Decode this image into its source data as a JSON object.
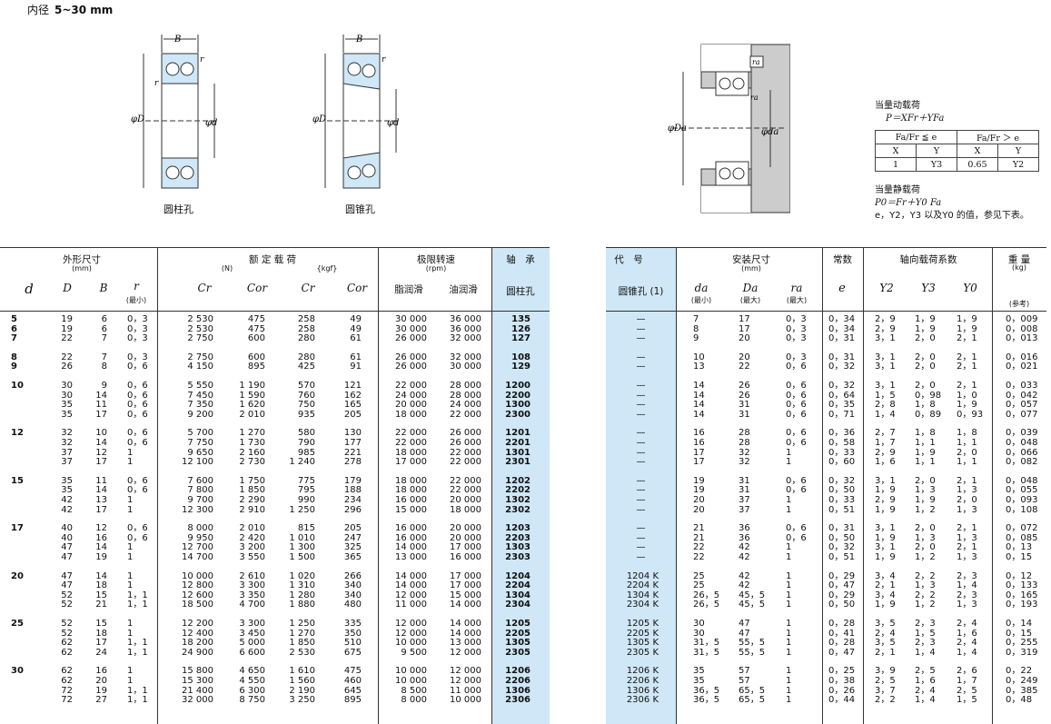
{
  "heading": {
    "label": "内径",
    "range": "5~30 mm"
  },
  "diagrams": {
    "cyl_caption": "圆柱孔",
    "taper_caption": "圆锥孔",
    "labels": {
      "B": "B",
      "r": "r",
      "D": "φD",
      "d": "φd",
      "Da": "φDa",
      "da": "φda",
      "ra": "ra"
    }
  },
  "formula": {
    "dyn_title": "当量动载荷",
    "dyn_eq": "P＝XFr＋YFa",
    "table": [
      [
        "Fa/Fr ≦ e",
        "Fa/Fr ＞ e"
      ],
      [
        "X",
        "Y",
        "X",
        "Y"
      ],
      [
        "1",
        "Y3",
        "0.65",
        "Y2"
      ]
    ],
    "static_title": "当量静载荷",
    "static_eq": "P0＝Fr＋Y0 Fa",
    "note": "e，Y2，Y3 以及Y0 的值，参见下表。"
  },
  "left_header": {
    "outer": "外形尺寸",
    "outer_unit": "(mm)",
    "load": "额 定 载 荷",
    "load_n": "(N)",
    "load_kgf": "{kgf}",
    "speed": "极限转速",
    "speed_unit": "(rpm)",
    "grease": "脂润滑",
    "oil": "油润滑",
    "bearing": "轴　承",
    "cyl": "圆柱孔",
    "d": "d",
    "D": "D",
    "B": "B",
    "r": "r",
    "rmin": "(最小)",
    "cr": "Cr",
    "cor": "Cor",
    "cr2": "Cr",
    "cor2": "Cor"
  },
  "right_header": {
    "code": "代　号",
    "taper": "圆锥孔 (1)",
    "mount": "安装尺寸",
    "mount_unit": "(mm)",
    "da": "da",
    "Da": "Da",
    "ra": "ra",
    "min": "(最小)",
    "max": "(最大)",
    "max2": "(最大)",
    "const": "常数",
    "e": "e",
    "axial": "轴向载荷系数",
    "y2": "Y2",
    "y3": "Y3",
    "y0": "Y0",
    "weight": "重 量",
    "weight_unit": "(kg)",
    "ref": "(参考)"
  },
  "rows": [
    {
      "g": 0,
      "d": "5",
      "D": "19",
      "B": "6",
      "r": "0.3",
      "cr": "2 530",
      "cor": "475",
      "crk": "258",
      "cork": "49",
      "gr": "30 000",
      "oil": "36 000",
      "cyl": "135",
      "tap": "—",
      "da": "7",
      "Da": "17",
      "ra": "0.3",
      "e": "0.34",
      "y2": "2.9",
      "y3": "1.9",
      "y0": "1.9",
      "w": "0.009"
    },
    {
      "g": 0,
      "d": "6",
      "D": "19",
      "B": "6",
      "r": "0.3",
      "cr": "2 530",
      "cor": "475",
      "crk": "258",
      "cork": "49",
      "gr": "30 000",
      "oil": "36 000",
      "cyl": "126",
      "tap": "—",
      "da": "8",
      "Da": "17",
      "ra": "0.3",
      "e": "0.34",
      "y2": "2.9",
      "y3": "1.9",
      "y0": "1.9",
      "w": "0.008"
    },
    {
      "g": 0,
      "d": "7",
      "D": "22",
      "B": "7",
      "r": "0.3",
      "cr": "2 750",
      "cor": "600",
      "crk": "280",
      "cork": "61",
      "gr": "26 000",
      "oil": "32 000",
      "cyl": "127",
      "tap": "—",
      "da": "9",
      "Da": "20",
      "ra": "0.3",
      "e": "0.31",
      "y2": "3.1",
      "y3": "2.0",
      "y0": "2.1",
      "w": "0.013"
    },
    {
      "g": 1,
      "d": "8",
      "D": "22",
      "B": "7",
      "r": "0.3",
      "cr": "2 750",
      "cor": "600",
      "crk": "280",
      "cork": "61",
      "gr": "26 000",
      "oil": "32 000",
      "cyl": "108",
      "tap": "—",
      "da": "10",
      "Da": "20",
      "ra": "0.3",
      "e": "0.31",
      "y2": "3.1",
      "y3": "2.0",
      "y0": "2.1",
      "w": "0.016"
    },
    {
      "g": 1,
      "d": "9",
      "D": "26",
      "B": "8",
      "r": "0.6",
      "cr": "4 150",
      "cor": "895",
      "crk": "425",
      "cork": "91",
      "gr": "26 000",
      "oil": "30 000",
      "cyl": "129",
      "tap": "—",
      "da": "13",
      "Da": "22",
      "ra": "0.6",
      "e": "0.32",
      "y2": "3.1",
      "y3": "2.0",
      "y0": "2.1",
      "w": "0.021"
    },
    {
      "g": 2,
      "d": "10",
      "D": "30",
      "B": "9",
      "r": "0.6",
      "cr": "5 550",
      "cor": "1 190",
      "crk": "570",
      "cork": "121",
      "gr": "22 000",
      "oil": "28 000",
      "cyl": "1200",
      "tap": "—",
      "da": "14",
      "Da": "26",
      "ra": "0.6",
      "e": "0.32",
      "y2": "3.1",
      "y3": "2.0",
      "y0": "2.1",
      "w": "0.033"
    },
    {
      "g": 2,
      "d": "",
      "D": "30",
      "B": "14",
      "r": "0.6",
      "cr": "7 450",
      "cor": "1 590",
      "crk": "760",
      "cork": "162",
      "gr": "24 000",
      "oil": "28 000",
      "cyl": "2200",
      "tap": "—",
      "da": "14",
      "Da": "26",
      "ra": "0.6",
      "e": "0.64",
      "y2": "1.5",
      "y3": "0.98",
      "y0": "1.0",
      "w": "0.042"
    },
    {
      "g": 2,
      "d": "",
      "D": "35",
      "B": "11",
      "r": "0.6",
      "cr": "7 350",
      "cor": "1 620",
      "crk": "750",
      "cork": "165",
      "gr": "20 000",
      "oil": "24 000",
      "cyl": "1300",
      "tap": "—",
      "da": "14",
      "Da": "31",
      "ra": "0.6",
      "e": "0.35",
      "y2": "2.8",
      "y3": "1.8",
      "y0": "1.9",
      "w": "0.057"
    },
    {
      "g": 2,
      "d": "",
      "D": "35",
      "B": "17",
      "r": "0.6",
      "cr": "9 200",
      "cor": "2 010",
      "crk": "935",
      "cork": "205",
      "gr": "18 000",
      "oil": "22 000",
      "cyl": "2300",
      "tap": "—",
      "da": "14",
      "Da": "31",
      "ra": "0.6",
      "e": "0.71",
      "y2": "1.4",
      "y3": "0.89",
      "y0": "0.93",
      "w": "0.077"
    },
    {
      "g": 3,
      "d": "12",
      "D": "32",
      "B": "10",
      "r": "0.6",
      "cr": "5 700",
      "cor": "1 270",
      "crk": "580",
      "cork": "130",
      "gr": "22 000",
      "oil": "26 000",
      "cyl": "1201",
      "tap": "—",
      "da": "16",
      "Da": "28",
      "ra": "0.6",
      "e": "0.36",
      "y2": "2.7",
      "y3": "1.8",
      "y0": "1.8",
      "w": "0.039"
    },
    {
      "g": 3,
      "d": "",
      "D": "32",
      "B": "14",
      "r": "0.6",
      "cr": "7 750",
      "cor": "1 730",
      "crk": "790",
      "cork": "177",
      "gr": "22 000",
      "oil": "26 000",
      "cyl": "2201",
      "tap": "—",
      "da": "16",
      "Da": "28",
      "ra": "0.6",
      "e": "0.58",
      "y2": "1.7",
      "y3": "1.1",
      "y0": "1.1",
      "w": "0.048"
    },
    {
      "g": 3,
      "d": "",
      "D": "37",
      "B": "12",
      "r": "1",
      "cr": "9 650",
      "cor": "2 160",
      "crk": "985",
      "cork": "221",
      "gr": "18 000",
      "oil": "22 000",
      "cyl": "1301",
      "tap": "—",
      "da": "17",
      "Da": "32",
      "ra": "1",
      "e": "0.33",
      "y2": "2.9",
      "y3": "1.9",
      "y0": "2.0",
      "w": "0.066"
    },
    {
      "g": 3,
      "d": "",
      "D": "37",
      "B": "17",
      "r": "1",
      "cr": "12 100",
      "cor": "2 730",
      "crk": "1 240",
      "cork": "278",
      "gr": "17 000",
      "oil": "22 000",
      "cyl": "2301",
      "tap": "—",
      "da": "17",
      "Da": "32",
      "ra": "1",
      "e": "0.60",
      "y2": "1.6",
      "y3": "1.1",
      "y0": "1.1",
      "w": "0.082"
    },
    {
      "g": 4,
      "d": "15",
      "D": "35",
      "B": "11",
      "r": "0.6",
      "cr": "7 600",
      "cor": "1 750",
      "crk": "775",
      "cork": "179",
      "gr": "18 000",
      "oil": "22 000",
      "cyl": "1202",
      "tap": "—",
      "da": "19",
      "Da": "31",
      "ra": "0.6",
      "e": "0.32",
      "y2": "3.1",
      "y3": "2.0",
      "y0": "2.1",
      "w": "0.048"
    },
    {
      "g": 4,
      "d": "",
      "D": "35",
      "B": "14",
      "r": "0.6",
      "cr": "7 800",
      "cor": "1 850",
      "crk": "795",
      "cork": "188",
      "gr": "18 000",
      "oil": "22 000",
      "cyl": "2202",
      "tap": "—",
      "da": "19",
      "Da": "31",
      "ra": "0.6",
      "e": "0.50",
      "y2": "1.9",
      "y3": "1.3",
      "y0": "1.3",
      "w": "0.055"
    },
    {
      "g": 4,
      "d": "",
      "D": "42",
      "B": "13",
      "r": "1",
      "cr": "9 700",
      "cor": "2 290",
      "crk": "990",
      "cork": "234",
      "gr": "16 000",
      "oil": "20 000",
      "cyl": "1302",
      "tap": "—",
      "da": "20",
      "Da": "37",
      "ra": "1",
      "e": "0.33",
      "y2": "2.9",
      "y3": "1.9",
      "y0": "2.0",
      "w": "0.093"
    },
    {
      "g": 4,
      "d": "",
      "D": "42",
      "B": "17",
      "r": "1",
      "cr": "12 300",
      "cor": "2 910",
      "crk": "1 250",
      "cork": "296",
      "gr": "15 000",
      "oil": "18 000",
      "cyl": "2302",
      "tap": "—",
      "da": "20",
      "Da": "37",
      "ra": "1",
      "e": "0.51",
      "y2": "1.9",
      "y3": "1.2",
      "y0": "1.3",
      "w": "0.108"
    },
    {
      "g": 5,
      "d": "17",
      "D": "40",
      "B": "12",
      "r": "0.6",
      "cr": "8 000",
      "cor": "2 010",
      "crk": "815",
      "cork": "205",
      "gr": "16 000",
      "oil": "20 000",
      "cyl": "1203",
      "tap": "—",
      "da": "21",
      "Da": "36",
      "ra": "0.6",
      "e": "0.31",
      "y2": "3.1",
      "y3": "2.0",
      "y0": "2.1",
      "w": "0.072"
    },
    {
      "g": 5,
      "d": "",
      "D": "40",
      "B": "16",
      "r": "0.6",
      "cr": "9 950",
      "cor": "2 420",
      "crk": "1 010",
      "cork": "247",
      "gr": "16 000",
      "oil": "20 000",
      "cyl": "2203",
      "tap": "—",
      "da": "21",
      "Da": "36",
      "ra": "0.6",
      "e": "0.50",
      "y2": "1.9",
      "y3": "1.3",
      "y0": "1.3",
      "w": "0.085"
    },
    {
      "g": 5,
      "d": "",
      "D": "47",
      "B": "14",
      "r": "1",
      "cr": "12 700",
      "cor": "3 200",
      "crk": "1 300",
      "cork": "325",
      "gr": "14 000",
      "oil": "17 000",
      "cyl": "1303",
      "tap": "—",
      "da": "22",
      "Da": "42",
      "ra": "1",
      "e": "0.32",
      "y2": "3.1",
      "y3": "2.0",
      "y0": "2.1",
      "w": "0.13"
    },
    {
      "g": 5,
      "d": "",
      "D": "47",
      "B": "19",
      "r": "1",
      "cr": "14 700",
      "cor": "3 550",
      "crk": "1 500",
      "cork": "365",
      "gr": "13 000",
      "oil": "16 000",
      "cyl": "2303",
      "tap": "—",
      "da": "22",
      "Da": "42",
      "ra": "1",
      "e": "0.51",
      "y2": "1.9",
      "y3": "1.2",
      "y0": "1.3",
      "w": "0.15"
    },
    {
      "g": 6,
      "d": "20",
      "D": "47",
      "B": "14",
      "r": "1",
      "cr": "10 000",
      "cor": "2 610",
      "crk": "1 020",
      "cork": "266",
      "gr": "14 000",
      "oil": "17 000",
      "cyl": "1204",
      "tap": "1204 K",
      "da": "25",
      "Da": "42",
      "ra": "1",
      "e": "0.29",
      "y2": "3.4",
      "y3": "2.2",
      "y0": "2.3",
      "w": "0.12"
    },
    {
      "g": 6,
      "d": "",
      "D": "47",
      "B": "18",
      "r": "1",
      "cr": "12 800",
      "cor": "3 300",
      "crk": "1 310",
      "cork": "340",
      "gr": "14 000",
      "oil": "17 000",
      "cyl": "2204",
      "tap": "2204 K",
      "da": "25",
      "Da": "42",
      "ra": "1",
      "e": "0.47",
      "y2": "2.1",
      "y3": "1.3",
      "y0": "1.4",
      "w": "0.133"
    },
    {
      "g": 6,
      "d": "",
      "D": "52",
      "B": "15",
      "r": "1.1",
      "cr": "12 600",
      "cor": "3 350",
      "crk": "1 280",
      "cork": "340",
      "gr": "12 000",
      "oil": "15 000",
      "cyl": "1304",
      "tap": "1304 K",
      "da": "26.5",
      "Da": "45.5",
      "ra": "1",
      "e": "0.29",
      "y2": "3.4",
      "y3": "2.2",
      "y0": "2.3",
      "w": "0.165"
    },
    {
      "g": 6,
      "d": "",
      "D": "52",
      "B": "21",
      "r": "1.1",
      "cr": "18 500",
      "cor": "4 700",
      "crk": "1 880",
      "cork": "480",
      "gr": "11 000",
      "oil": "14 000",
      "cyl": "2304",
      "tap": "2304 K",
      "da": "26.5",
      "Da": "45.5",
      "ra": "1",
      "e": "0.50",
      "y2": "1.9",
      "y3": "1.2",
      "y0": "1.3",
      "w": "0.193"
    },
    {
      "g": 7,
      "d": "25",
      "D": "52",
      "B": "15",
      "r": "1",
      "cr": "12 200",
      "cor": "3 300",
      "crk": "1 250",
      "cork": "335",
      "gr": "12 000",
      "oil": "14 000",
      "cyl": "1205",
      "tap": "1205 K",
      "da": "30",
      "Da": "47",
      "ra": "1",
      "e": "0.28",
      "y2": "3.5",
      "y3": "2.3",
      "y0": "2.4",
      "w": "0.14"
    },
    {
      "g": 7,
      "d": "",
      "D": "52",
      "B": "18",
      "r": "1",
      "cr": "12 400",
      "cor": "3 450",
      "crk": "1 270",
      "cork": "350",
      "gr": "12 000",
      "oil": "14 000",
      "cyl": "2205",
      "tap": "2205 K",
      "da": "30",
      "Da": "47",
      "ra": "1",
      "e": "0.41",
      "y2": "2.4",
      "y3": "1.5",
      "y0": "1.6",
      "w": "0.15"
    },
    {
      "g": 7,
      "d": "",
      "D": "62",
      "B": "17",
      "r": "1.1",
      "cr": "18 200",
      "cor": "5 000",
      "crk": "1 850",
      "cork": "510",
      "gr": "10 000",
      "oil": "13 000",
      "cyl": "1305",
      "tap": "1305 K",
      "da": "31.5",
      "Da": "55.5",
      "ra": "1",
      "e": "0.28",
      "y2": "3.5",
      "y3": "2.3",
      "y0": "2.4",
      "w": "0.255"
    },
    {
      "g": 7,
      "d": "",
      "D": "62",
      "B": "24",
      "r": "1.1",
      "cr": "24 900",
      "cor": "6 600",
      "crk": "2 530",
      "cork": "675",
      "gr": "9 500",
      "oil": "12 000",
      "cyl": "2305",
      "tap": "2305 K",
      "da": "31.5",
      "Da": "55.5",
      "ra": "1",
      "e": "0.47",
      "y2": "2.1",
      "y3": "1.4",
      "y0": "1.4",
      "w": "0.319"
    },
    {
      "g": 8,
      "d": "30",
      "D": "62",
      "B": "16",
      "r": "1",
      "cr": "15 800",
      "cor": "4 650",
      "crk": "1 610",
      "cork": "475",
      "gr": "10 000",
      "oil": "12 000",
      "cyl": "1206",
      "tap": "1206 K",
      "da": "35",
      "Da": "57",
      "ra": "1",
      "e": "0.25",
      "y2": "3.9",
      "y3": "2.5",
      "y0": "2.6",
      "w": "0.22"
    },
    {
      "g": 8,
      "d": "",
      "D": "62",
      "B": "20",
      "r": "1",
      "cr": "15 300",
      "cor": "4 550",
      "crk": "1 560",
      "cork": "460",
      "gr": "10 000",
      "oil": "12 000",
      "cyl": "2206",
      "tap": "2206 K",
      "da": "35",
      "Da": "57",
      "ra": "1",
      "e": "0.38",
      "y2": "2.5",
      "y3": "1.6",
      "y0": "1.7",
      "w": "0.249"
    },
    {
      "g": 8,
      "d": "",
      "D": "72",
      "B": "19",
      "r": "1.1",
      "cr": "21 400",
      "cor": "6 300",
      "crk": "2 190",
      "cork": "645",
      "gr": "8 500",
      "oil": "11 000",
      "cyl": "1306",
      "tap": "1306 K",
      "da": "36.5",
      "Da": "65.5",
      "ra": "1",
      "e": "0.26",
      "y2": "3.7",
      "y3": "2.4",
      "y0": "2.5",
      "w": "0.385"
    },
    {
      "g": 8,
      "d": "",
      "D": "72",
      "B": "27",
      "r": "1.1",
      "cr": "32 000",
      "cor": "8 750",
      "crk": "3 250",
      "cork": "895",
      "gr": "8 000",
      "oil": "10 000",
      "cyl": "2306",
      "tap": "2306 K",
      "da": "36.5",
      "Da": "65.5",
      "ra": "1",
      "e": "0.44",
      "y2": "2.2",
      "y3": "1.4",
      "y0": "1.5",
      "w": "0.48"
    }
  ]
}
